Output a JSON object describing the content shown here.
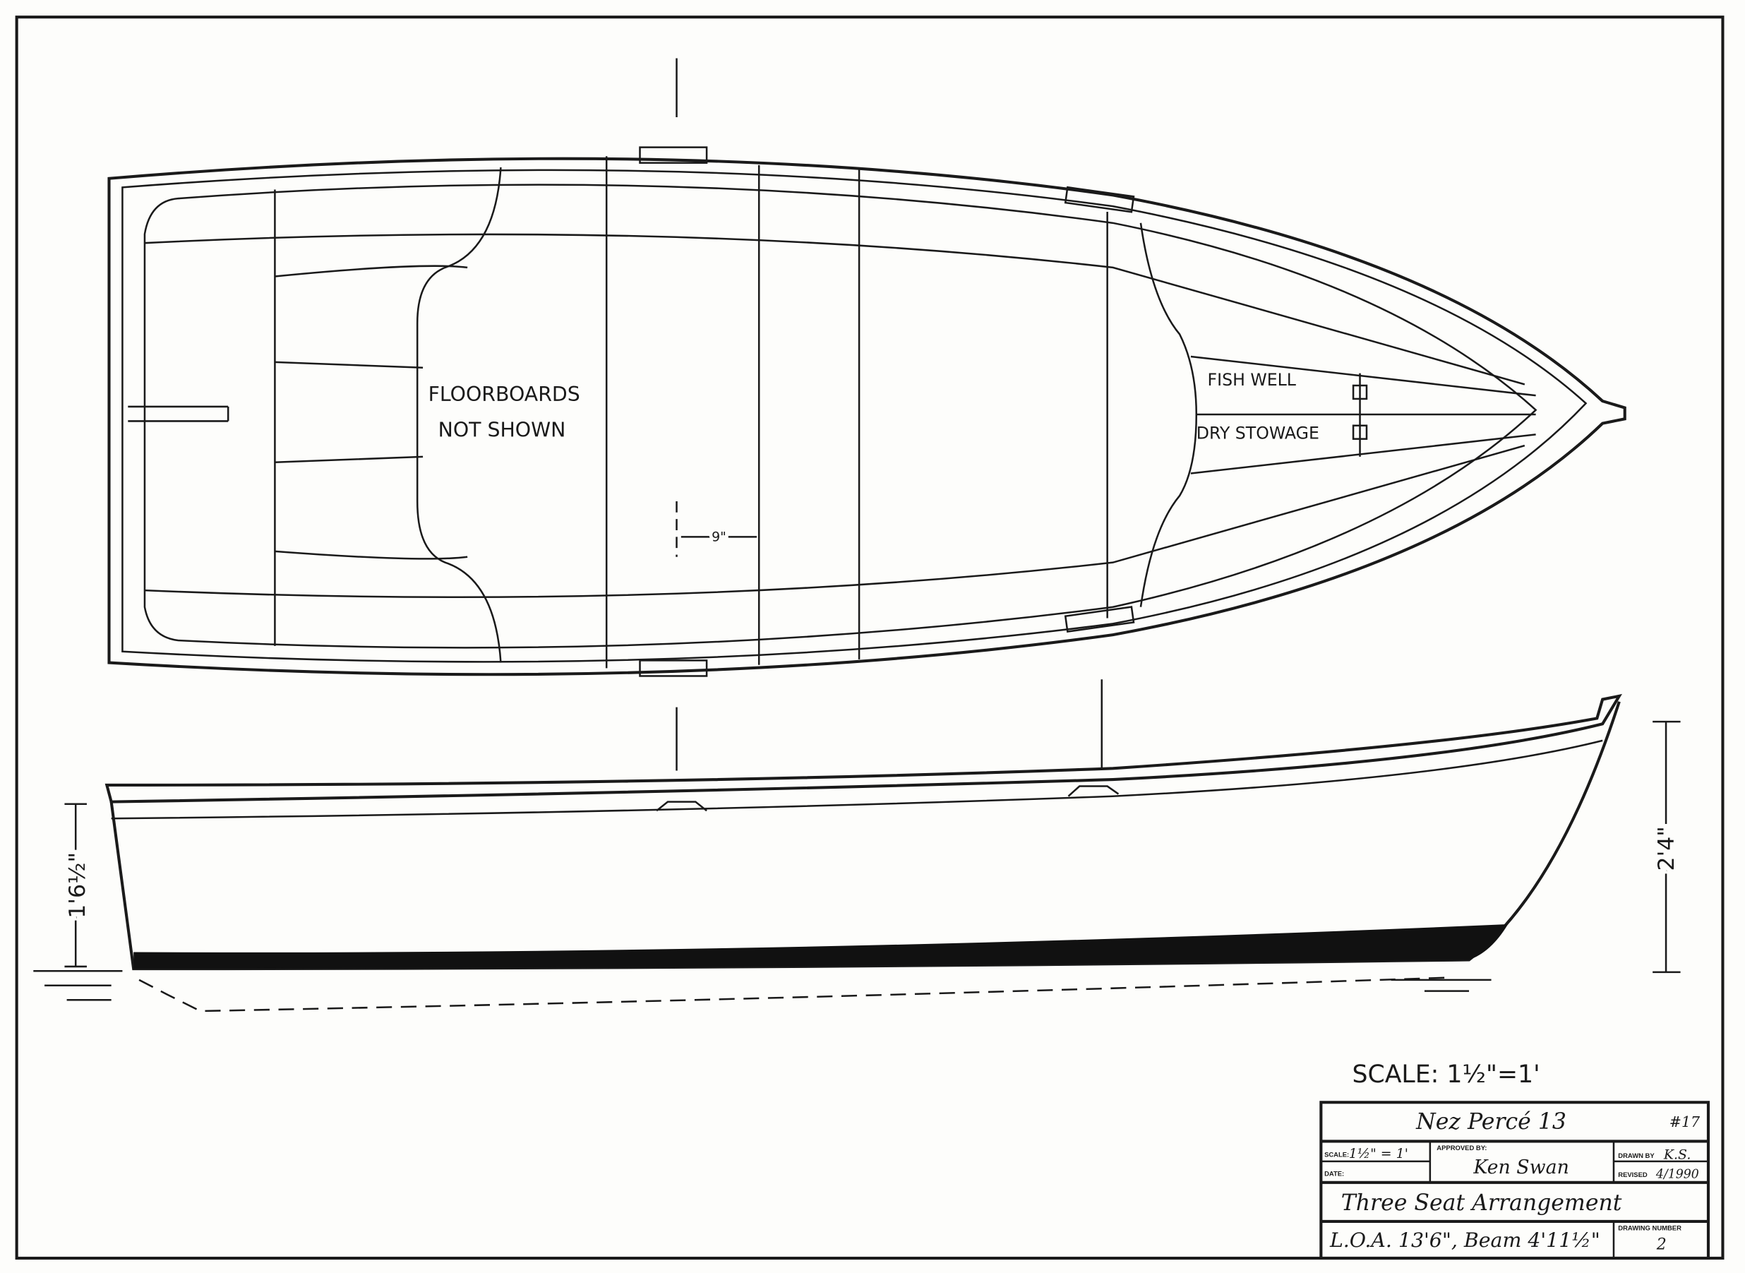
{
  "plan_view": {
    "floorboards_note_line1": "FLOORBOARDS",
    "floorboards_note_line2": "NOT SHOWN",
    "fish_well": "FISH WELL",
    "dry_stowage": "DRY STOWAGE",
    "seat_spacing": "9\""
  },
  "profile_view": {
    "stern_height": "1'6½\"",
    "bow_height": "2'4\""
  },
  "scale_note": "SCALE: 1½\"=1'",
  "title_block": {
    "title": "Nez Percé 13",
    "number": "#17",
    "scale_label": "SCALE:",
    "scale_value": "1½\" = 1'",
    "date_label": "DATE:",
    "approved_label": "APPROVED BY:",
    "approved_value": "Ken Swan",
    "drawn_label": "DRAWN BY",
    "drawn_value": "K.S.",
    "revised_label": "REVISED",
    "revised_value": "4/1990",
    "description": "Three Seat Arrangement",
    "dimensions": "L.O.A. 13'6\", Beam 4'11½\"",
    "drawing_number_label": "DRAWING NUMBER",
    "drawing_number": "2"
  }
}
